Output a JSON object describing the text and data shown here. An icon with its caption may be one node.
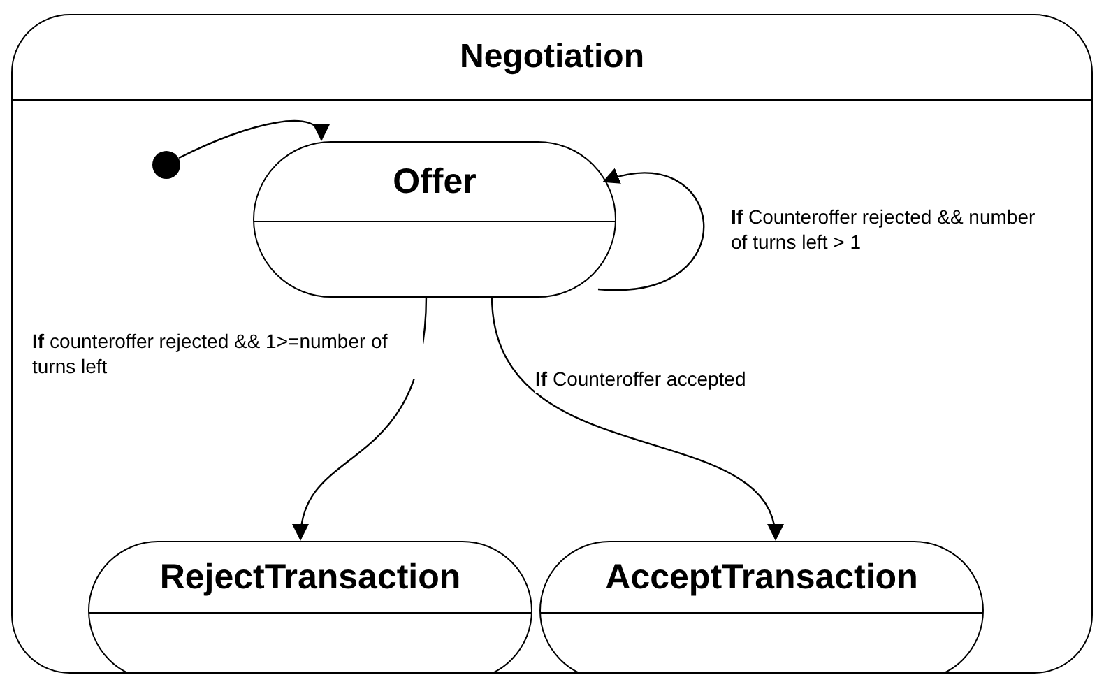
{
  "diagram": {
    "nodes": [
      {
        "text": [
          "Negotiation"
        ]
      },
      {
        "text": [],
        "shape": "circle",
        "in": 0
      },
      {
        "text": [
          "Offer"
        ],
        "in": 0
      },
      {
        "text": [
          "RejectTransaction"
        ],
        "in": 0
      },
      {
        "text": [
          "AcceptTransaction"
        ],
        "in": 0
      }
    ],
    "edges": [
      {
        "from": 1,
        "to": 2,
        "arrow": "to"
      },
      {
        "from": 2,
        "to": 2,
        "arrow": "to",
        "label": "**If** Counteroffer rejected && number of turns left > 1"
      },
      {
        "from": 2,
        "to": 3,
        "arrow": "to",
        "label": "**If** counteroffer rejected && 1>=number of turns left"
      },
      {
        "from": 2,
        "to": 4,
        "arrow": "to",
        "label": "**If** Counteroffer accepted"
      }
    ]
  }
}
